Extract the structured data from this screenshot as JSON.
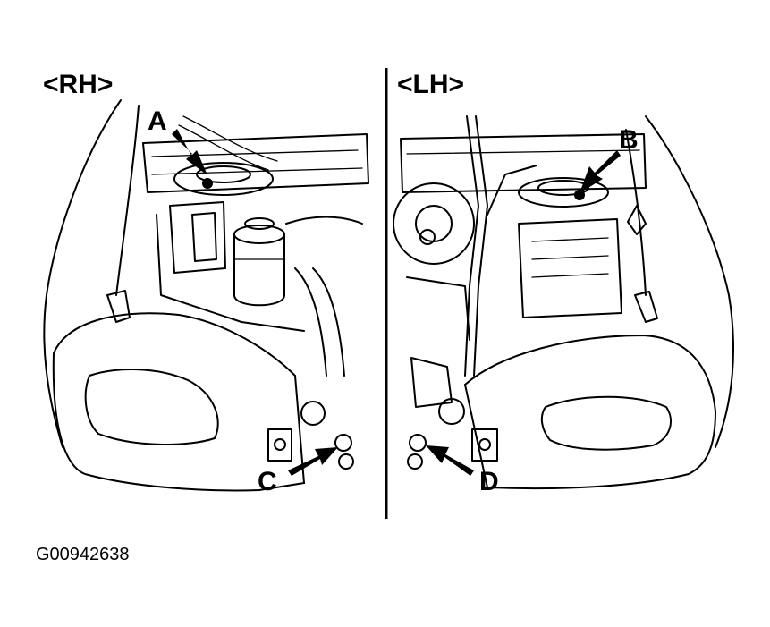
{
  "panels": {
    "right": {
      "title": "<RH>"
    },
    "left": {
      "title": "<LH>"
    }
  },
  "callouts": {
    "a": "A",
    "b": "B",
    "c": "C",
    "d": "D"
  },
  "figure_code": "G00942638"
}
